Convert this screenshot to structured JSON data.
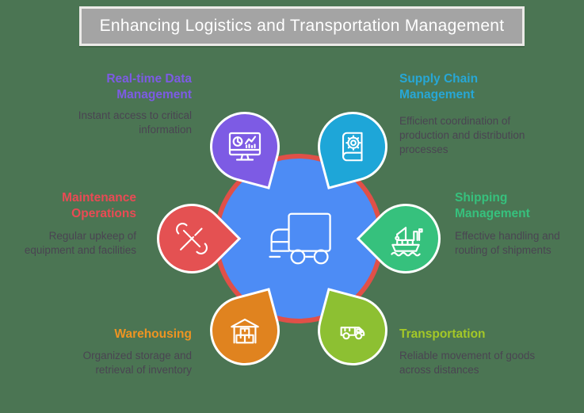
{
  "title": "Enhancing Logistics and Transportation Management",
  "colors": {
    "background": "#4b7553",
    "title_bg": "#a4a4a4",
    "title_text": "#ffffff",
    "hub_fill": "#4d8cf5",
    "hub_ring": "#e05048",
    "icon_stroke": "#ffffff",
    "description_text": "#4a4452"
  },
  "center": {
    "icon": "delivery-truck-icon"
  },
  "nodes": [
    {
      "id": "real-time-data-management",
      "position": "top-left",
      "title": "Real-time Data Management",
      "description": "Instant access to critical information",
      "color": "#7d5be4",
      "label_color": "#7d5be4",
      "icon": "analytics-monitor-icon"
    },
    {
      "id": "supply-chain-management",
      "position": "top-right",
      "title": "Supply Chain Management",
      "description": "Efficient coordination of production and distribution processes",
      "color": "#1ea6d8",
      "label_color": "#27a7d6",
      "icon": "gear-book-icon"
    },
    {
      "id": "maintenance-operations",
      "position": "middle-left",
      "title": "Maintenance Operations",
      "description": "Regular upkeep of equipment and facilities",
      "color": "#e45152",
      "label_color": "#ea4a54",
      "icon": "crossed-tools-icon"
    },
    {
      "id": "shipping-management",
      "position": "middle-right",
      "title": "Shipping Management",
      "description": "Effective handling and routing of shipments",
      "color": "#36c17d",
      "label_color": "#36c17d",
      "icon": "cargo-ship-crane-icon"
    },
    {
      "id": "warehousing",
      "position": "bottom-left",
      "title": "Warehousing",
      "description": "Organized storage and retrieval of inventory",
      "color": "#e0831f",
      "label_color": "#ee9422",
      "icon": "warehouse-boxes-icon"
    },
    {
      "id": "transportation",
      "position": "bottom-right",
      "title": "Transportation",
      "description": "Reliable movement of goods across distances",
      "color": "#8dc032",
      "label_color": "#a4c827",
      "icon": "pickup-truck-icon"
    }
  ]
}
